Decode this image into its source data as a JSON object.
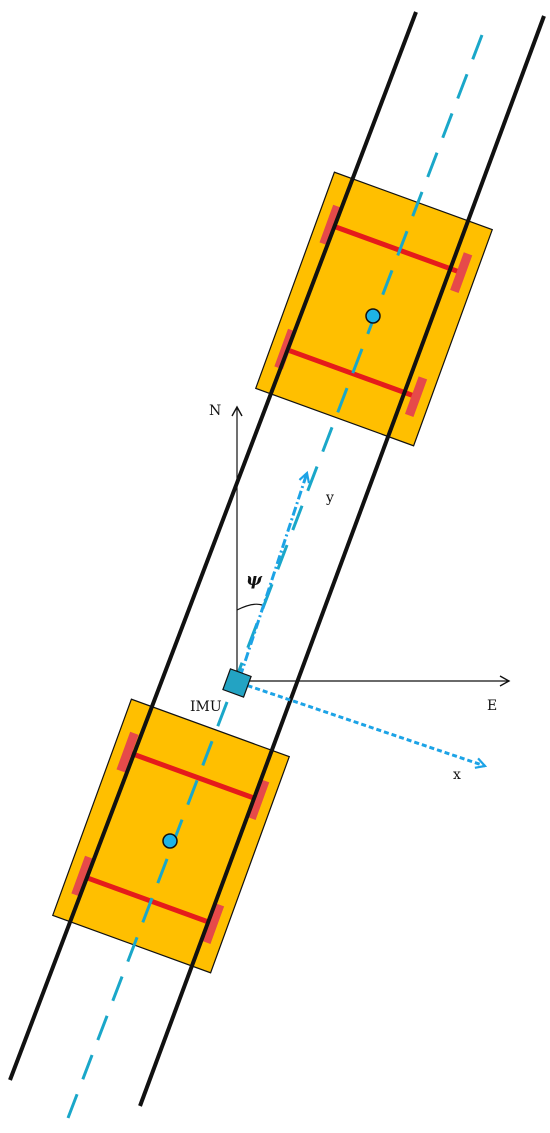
{
  "labels": {
    "north": "N",
    "east": "E",
    "y_axis": "y",
    "x_axis": "x",
    "heading_angle": "ψ",
    "imu": "IMU"
  },
  "colors": {
    "rail": "#111111",
    "centerline": "#1aa7c9",
    "bogie_body": "#ffbf00",
    "bogie_outline": "#111111",
    "axle": "#e51b1b",
    "wheel": "#e64a4a",
    "pivot": "#1eb4e6",
    "imu_body": "#23a3c3",
    "body_axis": "#1ca3e6",
    "nav_axis": "#111111"
  },
  "icons": {
    "imu": "imu-sensor-icon",
    "bogie": "bogie-icon",
    "pivot": "pivot-point-icon"
  }
}
